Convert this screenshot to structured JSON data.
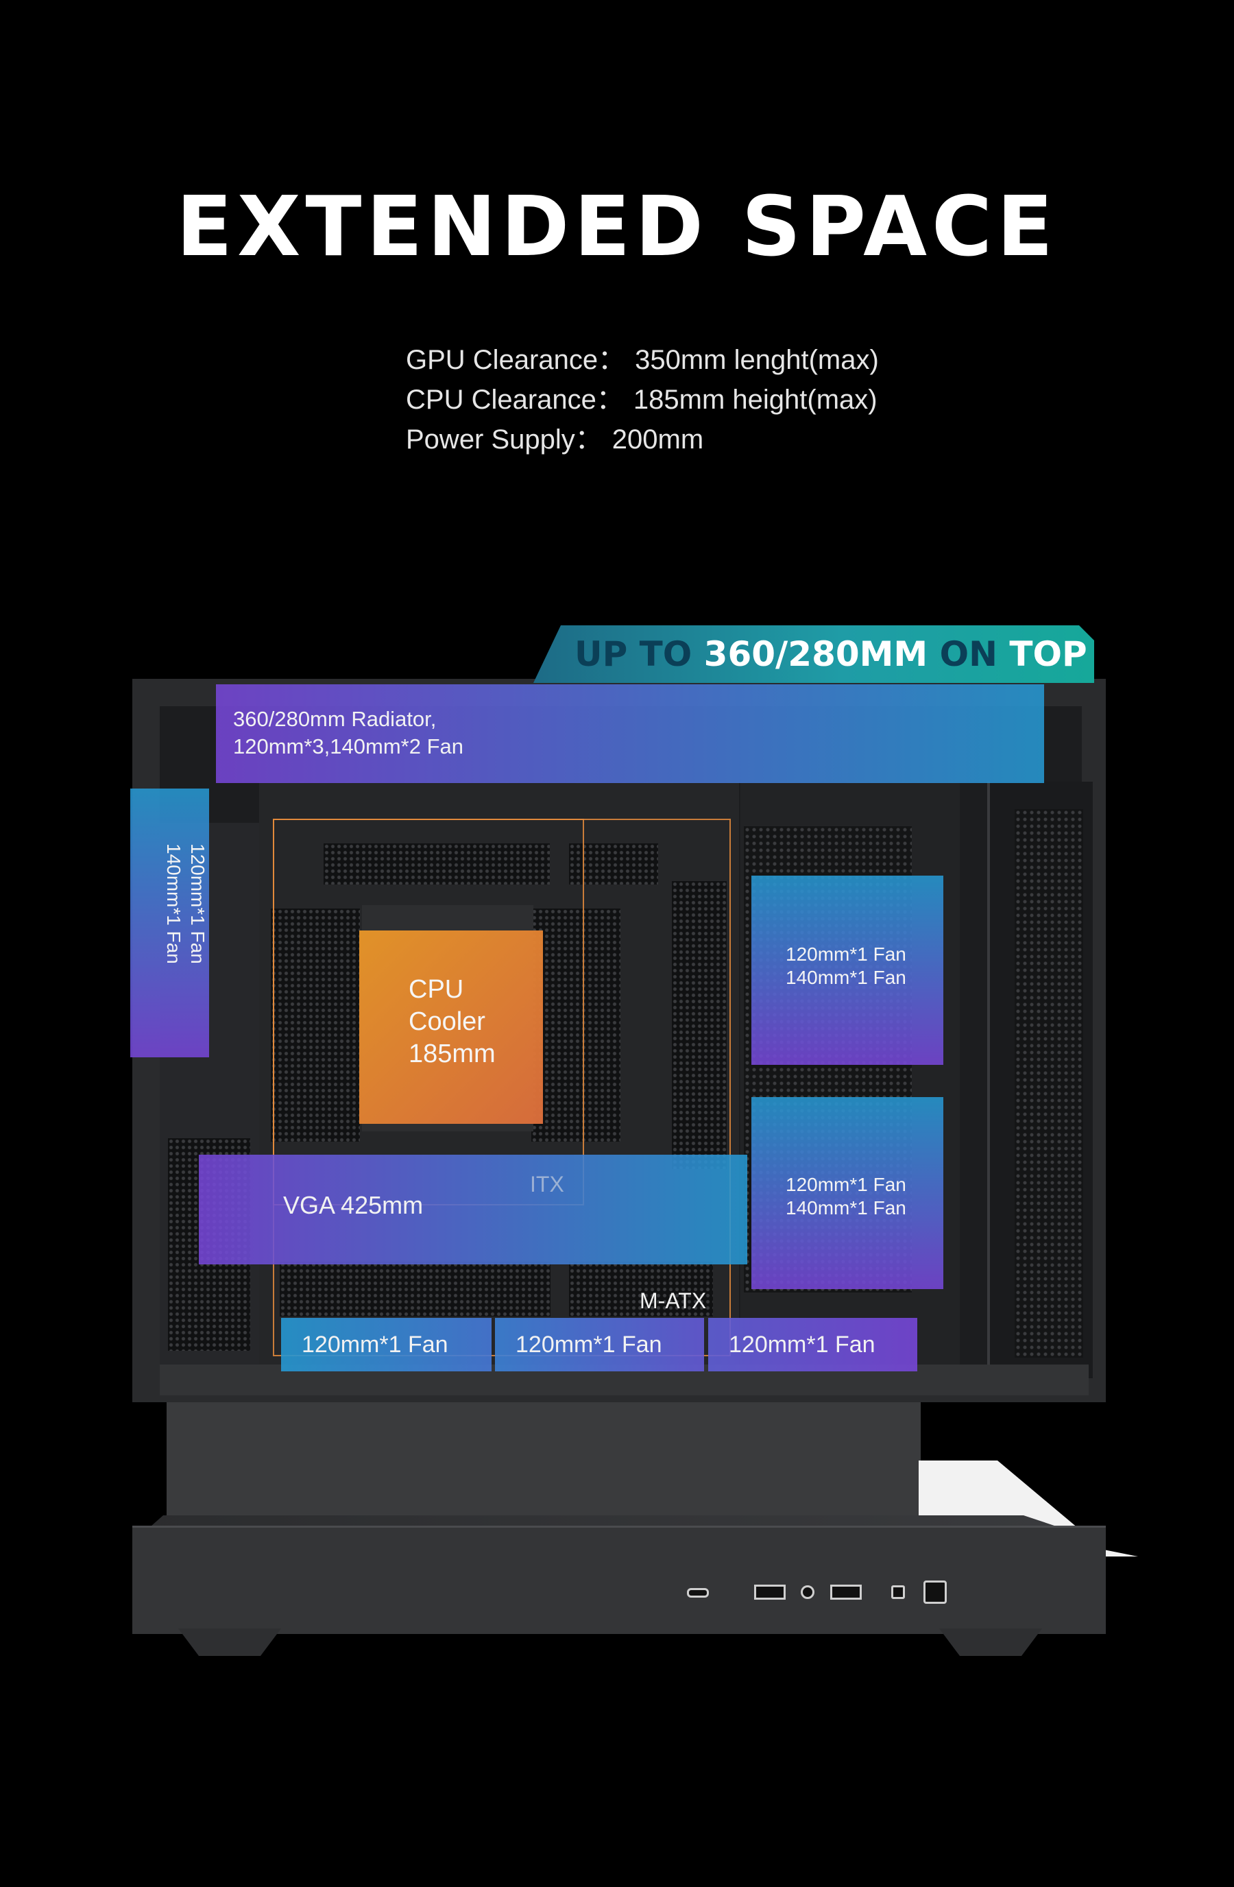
{
  "header": {
    "title": "EXTENDED SPACE",
    "specs": [
      {
        "label": "GPU Clearance：",
        "value": "350mm lenght(max)"
      },
      {
        "label": "CPU Clearance：",
        "value": "185mm height(max)"
      },
      {
        "label": "Power Supply：",
        "value": "200mm"
      }
    ]
  },
  "banner": {
    "part1": "UP TO ",
    "part2": "360/280MM",
    "part3": " ON ",
    "part4": "TOP",
    "colors": {
      "dim": "#0b3f57",
      "highlight": "#ffffff",
      "start": "#1d6b86",
      "end": "#16a89a"
    }
  },
  "overlays": {
    "top_radiator": {
      "line1": "360/280mm Radiator,",
      "line2": "120mm*3,140mm*2 Fan"
    },
    "rear_fan": {
      "line1": "120mm*1 Fan",
      "line2": "140mm*1 Fan"
    },
    "cpu_cooler": {
      "line1": "CPU",
      "line2": "Cooler",
      "line3": "185mm"
    },
    "vga": "VGA 425mm",
    "itx": "ITX",
    "matx": "M-ATX",
    "side_fan_upper": {
      "line1": "120mm*1 Fan",
      "line2": "140mm*1 Fan"
    },
    "side_fan_lower": {
      "line1": "120mm*1 Fan",
      "line2": "140mm*1 Fan"
    },
    "bottom_fans": [
      "120mm*1 Fan",
      "120mm*1 Fan",
      "120mm*1 Fan"
    ]
  },
  "colors": {
    "background": "#000000",
    "overlay_blue": "#2698d2",
    "overlay_purple": "#7646d7",
    "cpu_orange": "#e89628"
  },
  "icons": [
    "usb-c-port-icon",
    "usb-a-port-icon",
    "audio-jack-icon",
    "reset-button-icon",
    "power-button-icon"
  ]
}
